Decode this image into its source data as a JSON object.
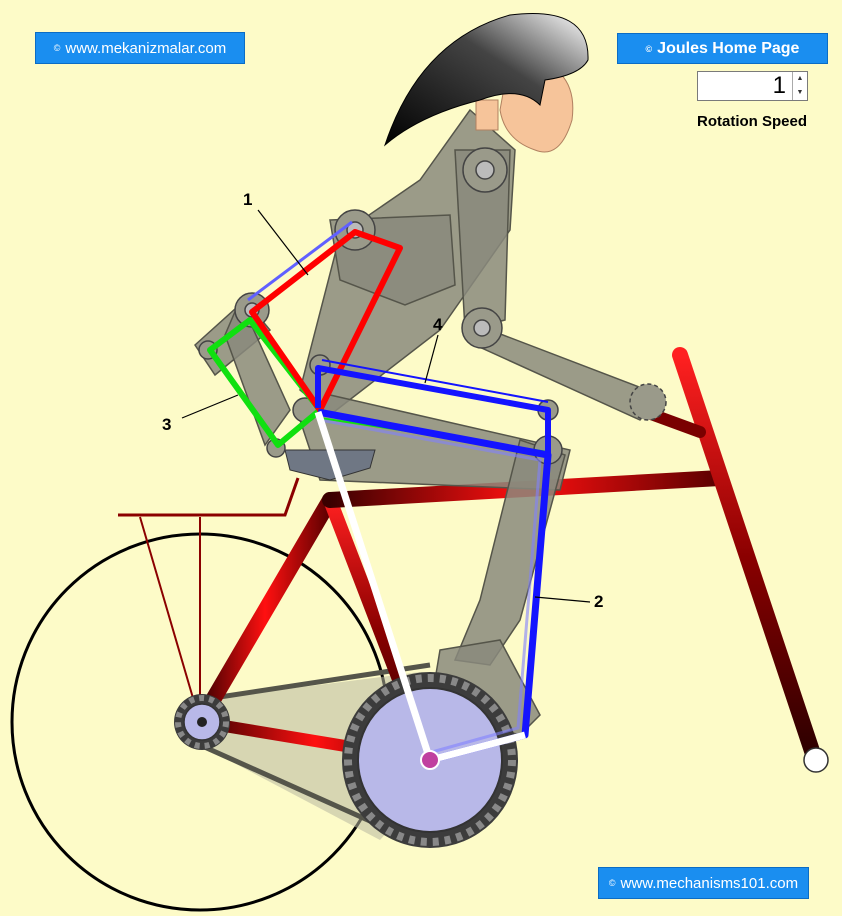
{
  "links": {
    "mekanizmalar": "www.mekanizmalar.com",
    "joules": "Joules Home Page",
    "mechanisms101": "www.mechanisms101.com",
    "copyright_symbol": "©"
  },
  "rotation_speed": {
    "value": "1",
    "label": "Rotation Speed"
  },
  "callouts": [
    "1",
    "2",
    "3",
    "4"
  ],
  "colors": {
    "background": "#fdfbc8",
    "button": "#1a8ef0",
    "frame": "#c00000",
    "link1": "#ff0000",
    "link2": "#1414ff",
    "link3": "#10e010",
    "link4": "#1414ff",
    "body": "#8a8a7c"
  }
}
